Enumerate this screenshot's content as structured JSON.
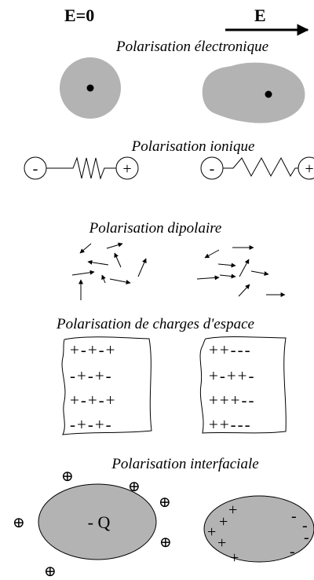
{
  "header": {
    "no_field_label": "E=0",
    "field_label": "E"
  },
  "sections": {
    "electronic": {
      "title": "Polarisation électronique"
    },
    "ionic": {
      "title": "Polarisation ionique",
      "minus_sign": "-",
      "plus_sign": "+"
    },
    "dipolar": {
      "title": "Polarisation dipolaire"
    },
    "space_charge": {
      "title": "Polarisation de charges d'espace",
      "left_rows": [
        "+-+-+",
        "-+-+-",
        "+-+-+",
        "-+-+-"
      ],
      "right_rows": [
        "++---",
        "+-++-",
        "+++--",
        "++---"
      ]
    },
    "interfacial": {
      "title": "Polarisation interfaciale",
      "charge_label": "- Q",
      "ion_symbol": "⊕",
      "plus_sign": "+",
      "minus_sign": "-"
    }
  },
  "colors": {
    "gray_fill": "#b3b3b3",
    "stroke": "#000000"
  }
}
